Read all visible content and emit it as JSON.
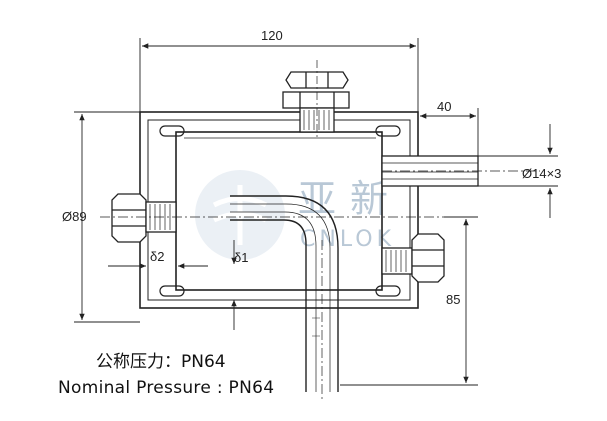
{
  "dimensions": {
    "width_top": "120",
    "offset_right": "40",
    "body_diameter": "Ø89",
    "tube_size": "Ø14×3",
    "height_right": "85",
    "gap_left": "δ2",
    "gap_inner": "δ1"
  },
  "watermark": {
    "cn": "亚新",
    "en": "CNLOK"
  },
  "caption": {
    "cn": "公称压力：PN64",
    "en": "Nominal Pressure : PN64"
  },
  "colors": {
    "line": "#222222",
    "watermark": "#b9c8d6"
  }
}
